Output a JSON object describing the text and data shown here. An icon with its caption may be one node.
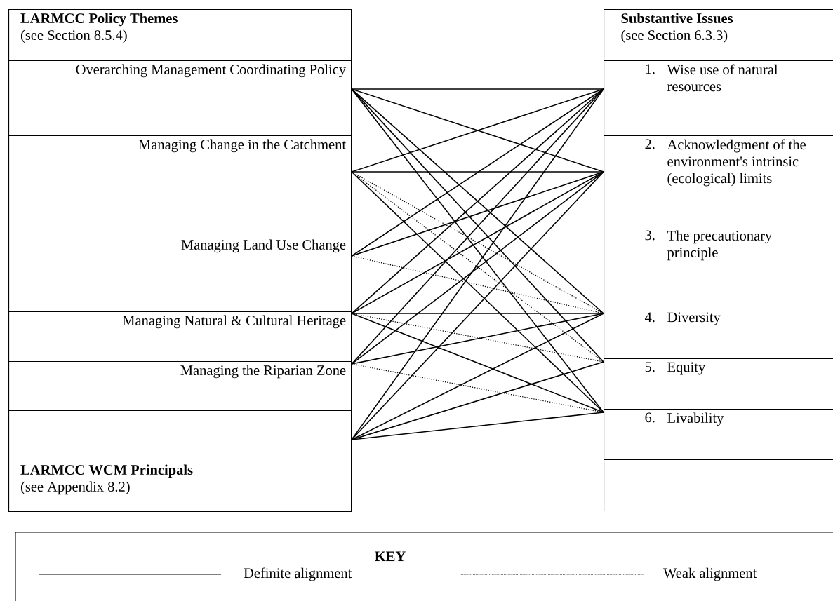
{
  "diagram": {
    "nodes": [
      {
        "text": [
          "LARMCC Policy Themes",
          "(see Section 8.5.4)"
        ]
      },
      {
        "text": [
          "Overarching Management Coordinating Policy"
        ]
      },
      {
        "text": [
          "Managing Change in the Catchment"
        ]
      },
      {
        "text": [
          "Managing Land Use Change"
        ]
      },
      {
        "text": [
          "Managing Natural & Cultural Heritage"
        ]
      },
      {
        "text": [
          "Managing the Riparian Zone"
        ]
      },
      {
        "text": [],
        "shape": "box"
      },
      {
        "text": [
          "LARMCC WCM Principals",
          "(see Appendix 8.2)"
        ]
      },
      {
        "text": [
          "Substantive Issues",
          "(see Section 6.3.3)"
        ]
      },
      {
        "text": [
          "1.",
          "Wise use of natural resources"
        ]
      },
      {
        "text": [
          "2.",
          "Acknowledgment of the environment's intrinsic (ecological) limits"
        ]
      },
      {
        "text": [
          "3.",
          "The precautionary principle"
        ]
      },
      {
        "text": [
          "4.",
          "Diversity"
        ]
      },
      {
        "text": [
          "5.",
          "Equity"
        ]
      },
      {
        "text": [
          "6.",
          "Livability"
        ]
      },
      {
        "text": [],
        "shape": "box"
      }
    ],
    "edges": [
      {
        "from": 1,
        "to": 9,
        "arrow": "none"
      },
      {
        "from": 1,
        "to": 10,
        "arrow": "none"
      },
      {
        "from": 1,
        "to": 12,
        "arrow": "none"
      },
      {
        "from": 1,
        "to": 13,
        "arrow": "none"
      },
      {
        "from": 1,
        "to": 14,
        "arrow": "none"
      },
      {
        "from": 2,
        "to": 9,
        "arrow": "none"
      },
      {
        "from": 2,
        "to": 10,
        "arrow": "none"
      },
      {
        "from": 2,
        "to": 12,
        "arrow": "none",
        "style": "dashed"
      },
      {
        "from": 2,
        "to": 13,
        "arrow": "none",
        "style": "dashed"
      },
      {
        "from": 2,
        "to": 14,
        "arrow": "none"
      },
      {
        "from": 3,
        "to": 9,
        "arrow": "none"
      },
      {
        "from": 3,
        "to": 10,
        "arrow": "none"
      },
      {
        "from": 3,
        "to": 12,
        "arrow": "none",
        "style": "dashed"
      },
      {
        "from": 4,
        "to": 9,
        "arrow": "none"
      },
      {
        "from": 4,
        "to": 10,
        "arrow": "none"
      },
      {
        "from": 4,
        "to": 12,
        "arrow": "none"
      },
      {
        "from": 4,
        "to": 13,
        "arrow": "none",
        "style": "dashed"
      },
      {
        "from": 4,
        "to": 14,
        "arrow": "none"
      },
      {
        "from": 5,
        "to": 9,
        "arrow": "none"
      },
      {
        "from": 5,
        "to": 10,
        "arrow": "none"
      },
      {
        "from": 5,
        "to": 12,
        "arrow": "none"
      },
      {
        "from": 5,
        "to": 14,
        "arrow": "none",
        "style": "dashed"
      },
      {
        "from": 6,
        "to": 9,
        "arrow": "none"
      },
      {
        "from": 6,
        "to": 10,
        "arrow": "none"
      },
      {
        "from": 6,
        "to": 12,
        "arrow": "none"
      },
      {
        "from": 6,
        "to": 13,
        "arrow": "none"
      },
      {
        "from": 6,
        "to": 14,
        "arrow": "none"
      }
    ],
    "labels": [
      "KEY"
    ],
    "legend": [
      {
        "text": "Definite alignment"
      },
      {
        "text": "Weak alignment"
      }
    ]
  }
}
